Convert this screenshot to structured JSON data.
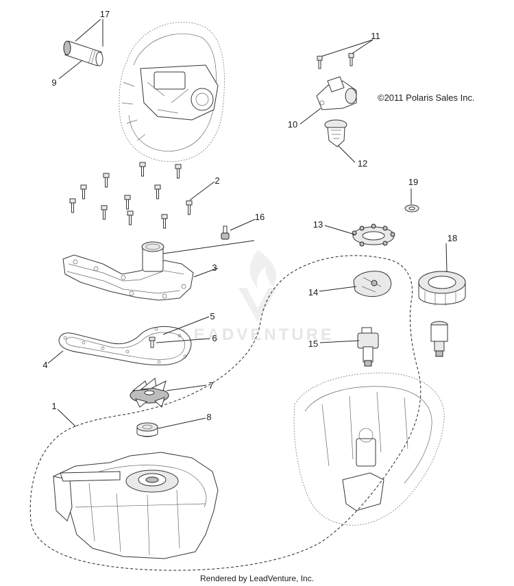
{
  "copyright": "©2011 Polaris Sales Inc.",
  "footer": "Rendered by LeadVenture, Inc.",
  "watermark": "LEADVENTURE",
  "callouts": [
    "1",
    "2",
    "3",
    "4",
    "5",
    "6",
    "7",
    "8",
    "9",
    "10",
    "11",
    "12",
    "13",
    "14",
    "15",
    "16",
    "17",
    "18",
    "19"
  ]
}
